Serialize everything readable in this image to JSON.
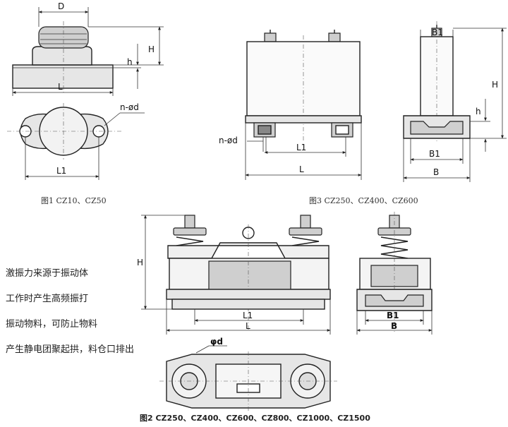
{
  "fig1": {
    "caption": "图1 CZ10、CZ50",
    "labels": {
      "D": "D",
      "H": "H",
      "h": "h",
      "L": "L",
      "holes": "n-ød",
      "L1": "L1"
    }
  },
  "fig3": {
    "caption": "图3  CZ250、CZ400、CZ600",
    "labels": {
      "H": "H",
      "h": "h",
      "L1": "L1",
      "L": "L",
      "holes": "n-ød",
      "B1": "B1",
      "B": "B"
    }
  },
  "fig2": {
    "caption": "图2  CZ250、CZ400、CZ600、CZ800、CZ1000、CZ1500",
    "labels": {
      "H": "H",
      "L1": "L1",
      "L": "L",
      "B1": "B1",
      "B": "B",
      "d": "φd"
    }
  },
  "description": [
    "激振力来源于振动体",
    "工作时产生高频振打",
    "振动物料，可防止物料",
    "产生静电团聚起拱，料仓口排出"
  ]
}
